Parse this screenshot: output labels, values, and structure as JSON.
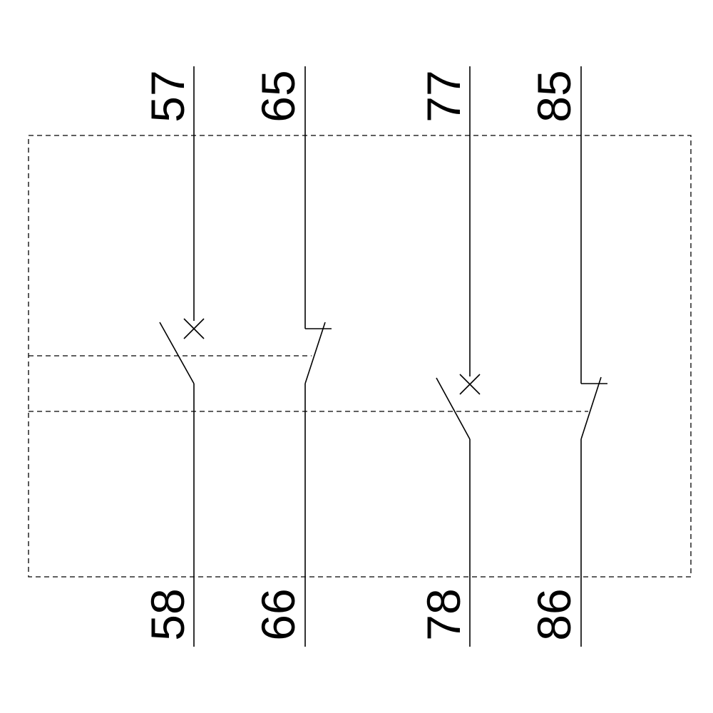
{
  "diagram": {
    "line_color": "#000000",
    "background": "#ffffff",
    "contacts": [
      {
        "id": "c1",
        "top_terminal": "57",
        "bottom_terminal": "58",
        "type": "make-contact-delayed"
      },
      {
        "id": "c2",
        "top_terminal": "65",
        "bottom_terminal": "66",
        "type": "break-contact"
      },
      {
        "id": "c3",
        "top_terminal": "77",
        "bottom_terminal": "78",
        "type": "make-contact-delayed"
      },
      {
        "id": "c4",
        "top_terminal": "85",
        "bottom_terminal": "86",
        "type": "break-contact"
      }
    ]
  }
}
